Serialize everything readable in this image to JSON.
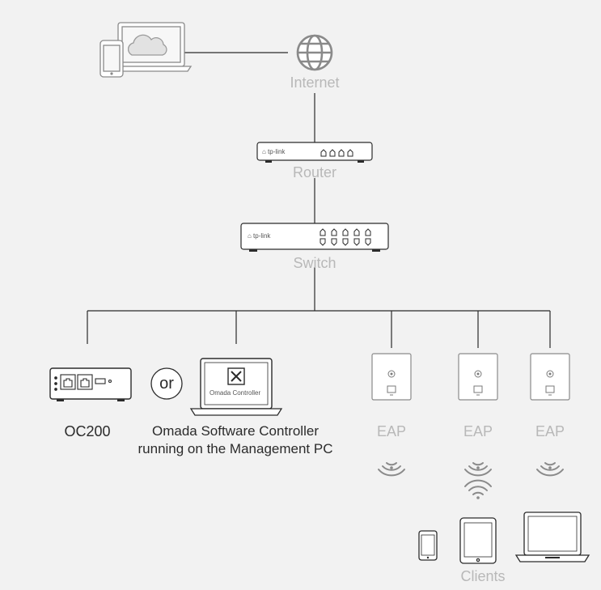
{
  "nodes": {
    "internet": "Internet",
    "router": "Router",
    "switch": "Switch",
    "oc200": "OC200",
    "or": "or",
    "software_controller_line1": "Omada Software Controller",
    "software_controller_line2": "running on the Management PC",
    "laptop_screen_caption": "Omada Controller",
    "eap": [
      "EAP",
      "EAP",
      "EAP"
    ],
    "clients": "Clients"
  },
  "icons": {
    "cloud_devices": "cloud-devices-icon",
    "globe": "globe-icon",
    "router": "router-icon",
    "switch": "switch-icon",
    "oc200": "oc200-device-icon",
    "laptop_controller": "laptop-controller-icon",
    "eap": "wall-plate-eap-icon",
    "wifi": "wifi-icon",
    "phone": "phone-icon",
    "tablet": "tablet-icon",
    "laptop": "laptop-icon"
  },
  "colors": {
    "background": "#f2f2f2",
    "line": "#2b2b2b",
    "label_grey": "#b8b8b8",
    "device_fill": "#ffffff"
  }
}
